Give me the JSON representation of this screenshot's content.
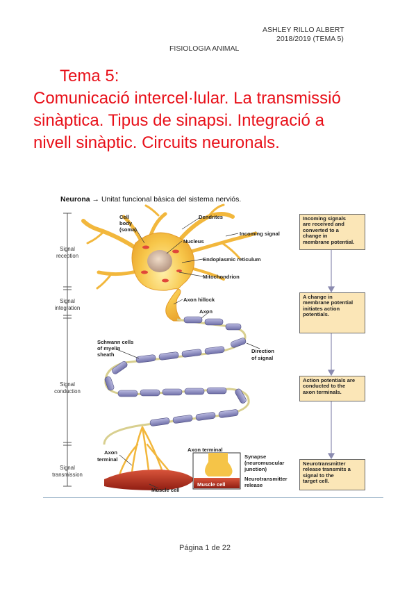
{
  "header": {
    "author": "ASHLEY RILLO ALBERT",
    "year_topic": "2018/2019 (TEMA 5)",
    "subject": "FISIOLOGIA ANIMAL"
  },
  "title": {
    "line1": "Tema 5:",
    "line2": "Comunicació intercel·lular. La transmissió",
    "line3": "sinàptica. Tipus de sinapsi. Integració a",
    "line4": "nivell sinàptic. Circuits neuronals."
  },
  "caption": {
    "bold": "Neurona",
    "arrow": "→",
    "text": "Unitat funcional bàsica del sistema nerviós."
  },
  "figure": {
    "stages": {
      "reception_1": "Signal",
      "reception_2": "reception",
      "integration_1": "Signal",
      "integration_2": "integration",
      "conduction_1": "Signal",
      "conduction_2": "conduction",
      "transmission_1": "Signal",
      "transmission_2": "transmission"
    },
    "labels": {
      "cell_body_1": "Cell",
      "cell_body_2": "body",
      "cell_body_3": "(soma)",
      "dendrites": "Dendrites",
      "nucleus": "Nucleus",
      "incoming_signal": "Incoming signal",
      "er": "Endoplasmic reticulum",
      "mitochondrion": "Mitochondrion",
      "axon_hillock": "Axon hillock",
      "axon": "Axon",
      "schwann_1": "Schwann cells",
      "schwann_2": "of myelin",
      "schwann_3": "sheath",
      "direction_1": "Direction",
      "direction_2": "of signal",
      "axon_terminal_1": "Axon",
      "axon_terminal_2": "terminal",
      "axon_terminal_inset": "Axon terminal",
      "synapse_1": "Synapse",
      "synapse_2": "(neuromuscular",
      "synapse_3": "junction)",
      "nt_release_1": "Neurotransmitter",
      "nt_release_2": "release",
      "muscle_cell_inset": "Muscle cell",
      "muscle_cell": "Muscle cell"
    },
    "boxes": {
      "b1": [
        "Incoming signals",
        "are received and",
        "converted to a",
        "change in",
        "membrane potential."
      ],
      "b2": [
        "A change in",
        "membrane potential",
        "initiates action",
        "potentials."
      ],
      "b3": [
        "Action potentials are",
        "conducted to the",
        "axon terminals."
      ],
      "b4": [
        "Neurotransmitter",
        "release transmits a",
        "signal to the",
        "target cell."
      ]
    }
  },
  "footer": {
    "page": "Página 1 de 22"
  }
}
